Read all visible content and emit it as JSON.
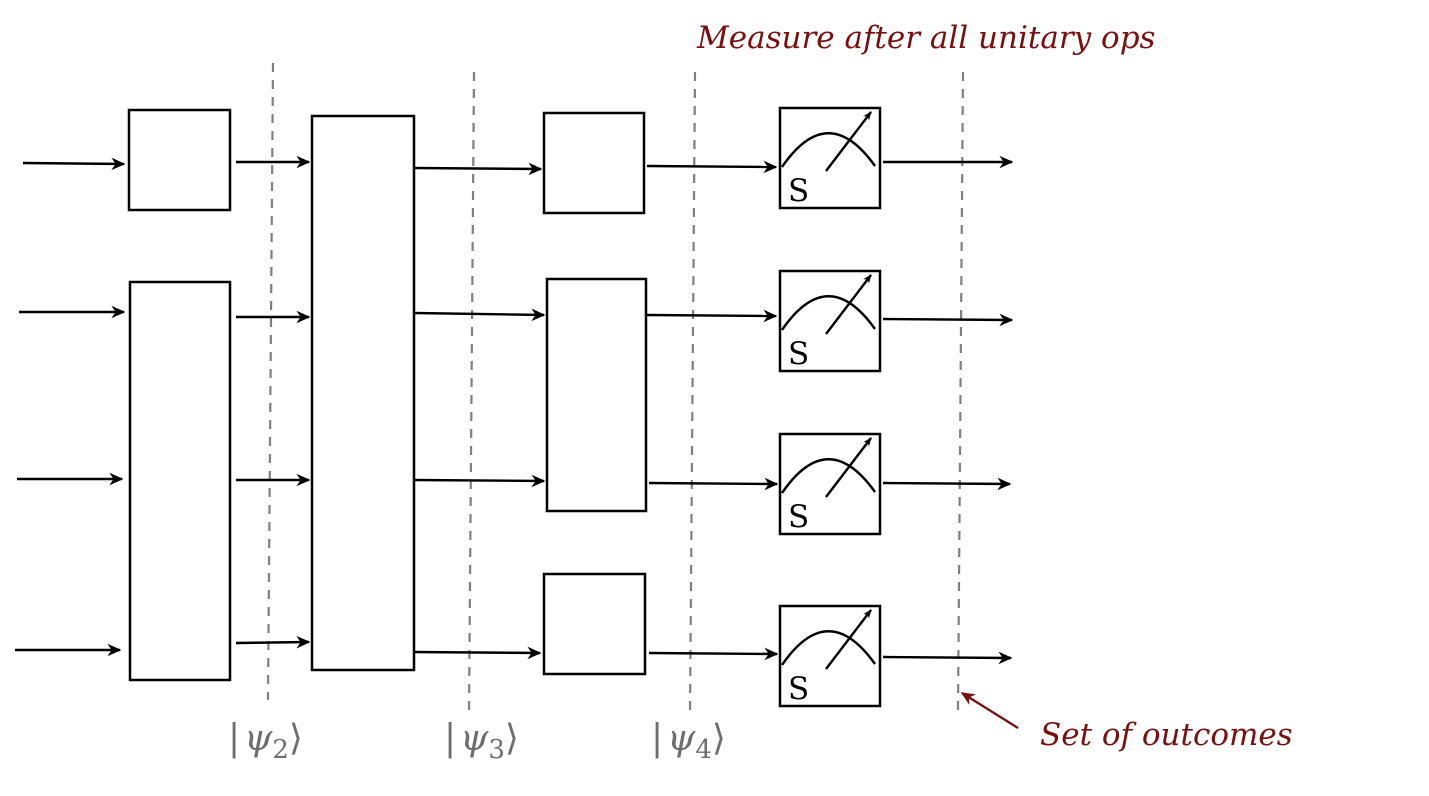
{
  "annotations": {
    "top": "Measure after all unitary ops",
    "bottom": "Set of outcomes"
  },
  "states": [
    {
      "name": "ψ",
      "index": "2"
    },
    {
      "name": "ψ",
      "index": "3"
    },
    {
      "name": "ψ",
      "index": "4"
    }
  ],
  "meter_label": "S",
  "meter_count": 4,
  "colors": {
    "annotation": "#7a0f0f",
    "cut_line": "#808080",
    "state_label": "#6e6e6e",
    "ink": "#000000"
  }
}
